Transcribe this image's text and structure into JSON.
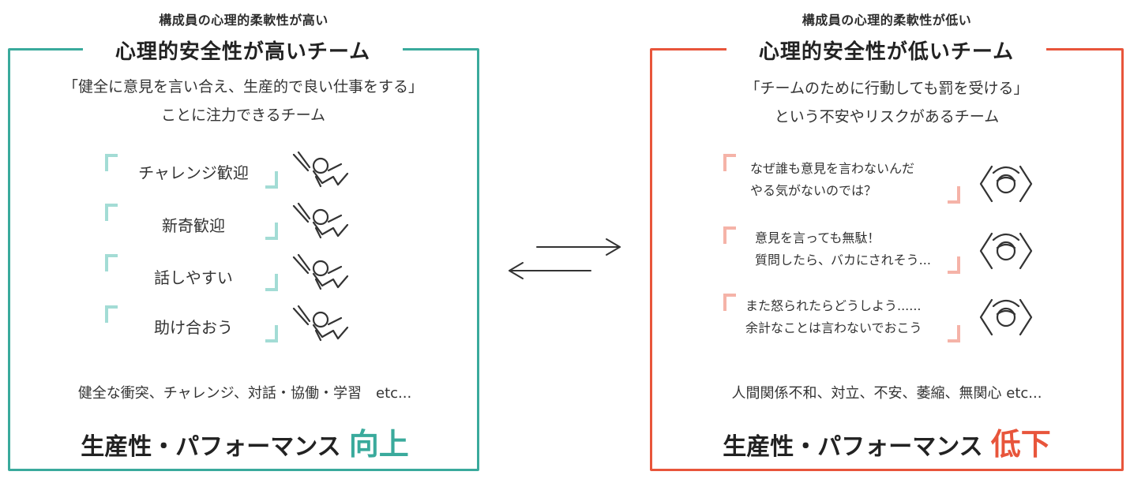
{
  "colors": {
    "high": "#3aaa9c",
    "high_light": "#a3dcd5",
    "low": "#e8553b",
    "low_light": "#f5b3a8"
  },
  "high": {
    "subtitle": "構成員の心理的柔軟性が高い",
    "title": "心理的安全性が高いチーム",
    "desc_line1": "「健全に意見を言い合え、生産的で良い仕事をする」",
    "desc_line2": "ことに注力できるチーム",
    "items": [
      "チャレンジ歓迎",
      "新奇歓迎",
      "話しやすい",
      "助け合おう"
    ],
    "summary": "健全な衝突、チャレンジ、対話・協働・学習　etc...",
    "result_main": "生産性・パフォーマンス",
    "result_em": "向上"
  },
  "low": {
    "subtitle": "構成員の心理的柔軟性が低い",
    "title": "心理的安全性が低いチーム",
    "desc_line1": "「チームのために行動しても罰を受ける」",
    "desc_line2": "という不安やリスクがあるチーム",
    "items": [
      {
        "line1": "なぜ誰も意見を言わないんだ",
        "line2": "やる気がないのでは？"
      },
      {
        "line1": "意見を言っても無駄！",
        "line2": "質問したら、バカにされそう..."
      },
      {
        "line1": "また怒られたらどうしよう......",
        "line2": "余計なことは言わないでおこう"
      }
    ],
    "summary": "人間関係不和、対立、不安、萎縮、無関心 etc...",
    "result_main": "生産性・パフォーマンス",
    "result_em": "低下"
  },
  "icons": {
    "relaxed": "relaxed-person-icon",
    "anxious": "anxious-person-icon",
    "exchange": "exchange-arrows-icon"
  }
}
